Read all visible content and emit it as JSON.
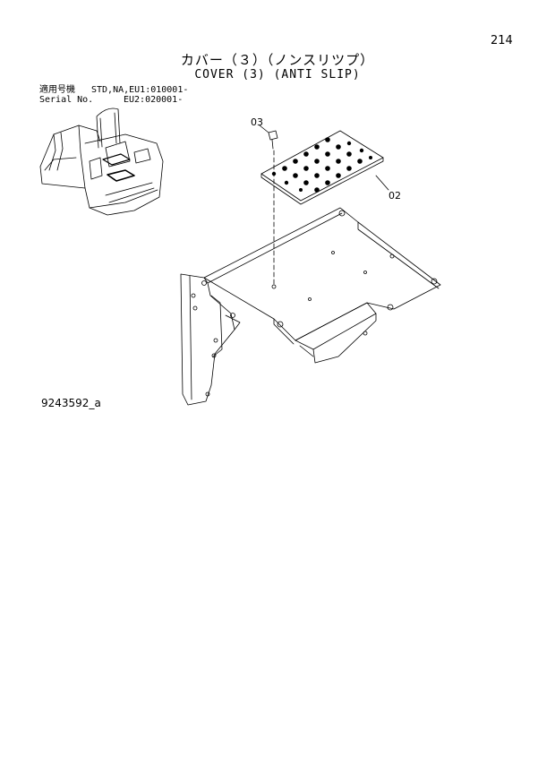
{
  "page_number": "214",
  "title_jp": "カバー（３）（ノンスリツプ）",
  "title_en": "COVER (3) (ANTI SLIP)",
  "serial": {
    "applicable_label": "適用号機",
    "serial_label": "Serial No.",
    "row1": "STD,NA,EU1:010001-",
    "row2": "EU2:020001-"
  },
  "callouts": [
    "03",
    "02"
  ],
  "doc_code": "9243592_a"
}
